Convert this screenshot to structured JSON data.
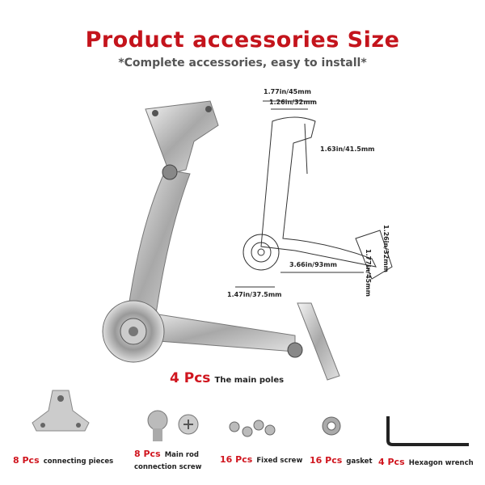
{
  "title": "Product accessories Size",
  "subtitle": "*Complete accessories, easy to install*",
  "dimensions": {
    "top_width": "1.77in/45mm",
    "top_hole_spacing": "1.26in/32mm",
    "top_height": "1.63in/41.5mm",
    "foot_width": "1.77in/45mm",
    "foot_hole_spacing": "1.26in/32mm",
    "arm_length": "3.66in/93mm",
    "wheel_diameter": "1.47in/37.5mm"
  },
  "main": {
    "count": "4 Pcs",
    "label": "The main poles"
  },
  "accessories": [
    {
      "count": "8 Pcs",
      "label": "connecting pieces"
    },
    {
      "count": "8 Pcs",
      "label": "Main rod",
      "label2": "connection screw"
    },
    {
      "count": "16 Pcs",
      "label": "Fixed screw"
    },
    {
      "count": "16 Pcs",
      "label": "gasket"
    },
    {
      "count": "4 Pcs",
      "label": "Hexagon wrench"
    }
  ],
  "colors": {
    "accent": "#c4141c"
  }
}
